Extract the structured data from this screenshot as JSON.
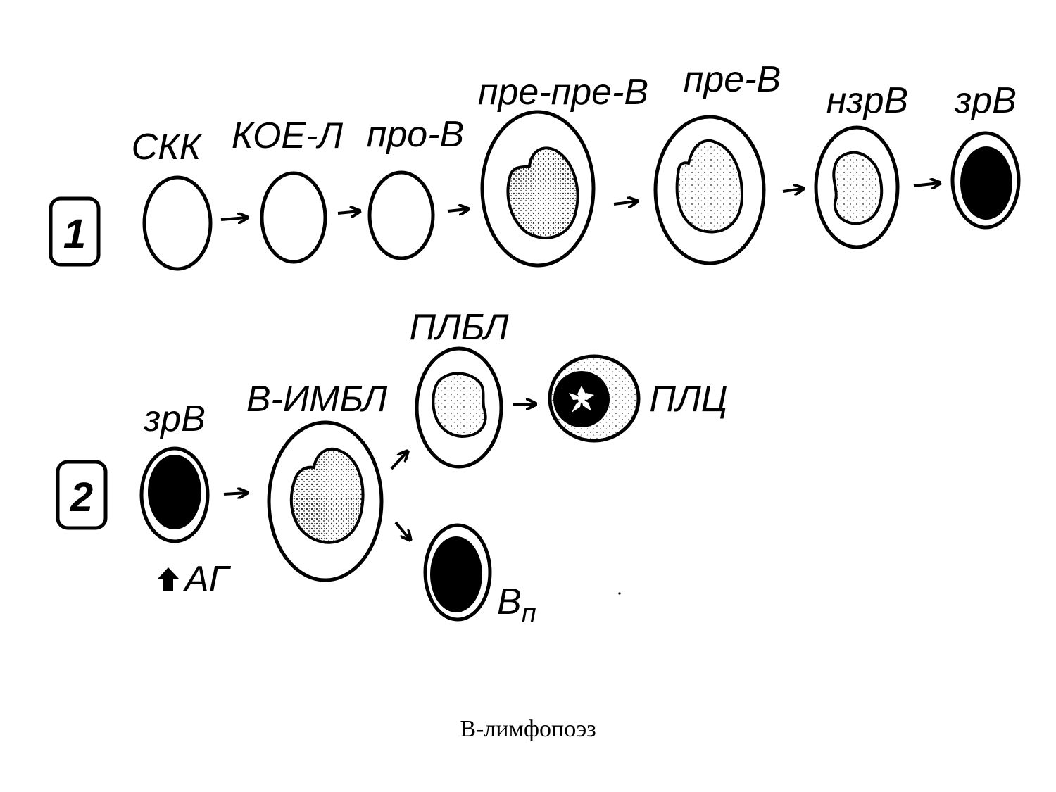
{
  "colors": {
    "ink": "#000000",
    "paper": "#ffffff",
    "stipple": "#d9d9d9"
  },
  "row1": {
    "number": "1",
    "labels": {
      "skk": "СКК",
      "koe_l": "КОЕ-Л",
      "pro_b": "про-В",
      "pre_pre_b": "пре-пре-В",
      "pre_b": "пре-В",
      "nzr_b": "нзрВ",
      "zr_b": "зрВ"
    }
  },
  "row2": {
    "number": "2",
    "labels": {
      "zr_b": "зрВ",
      "ag": "АГ",
      "b_imbl": "В-ИМБЛ",
      "plbl": "ПЛБЛ",
      "plc": "ПЛЦ",
      "b_main": "В",
      "b_sub": "п"
    }
  },
  "caption": "В-лимфопоэз"
}
